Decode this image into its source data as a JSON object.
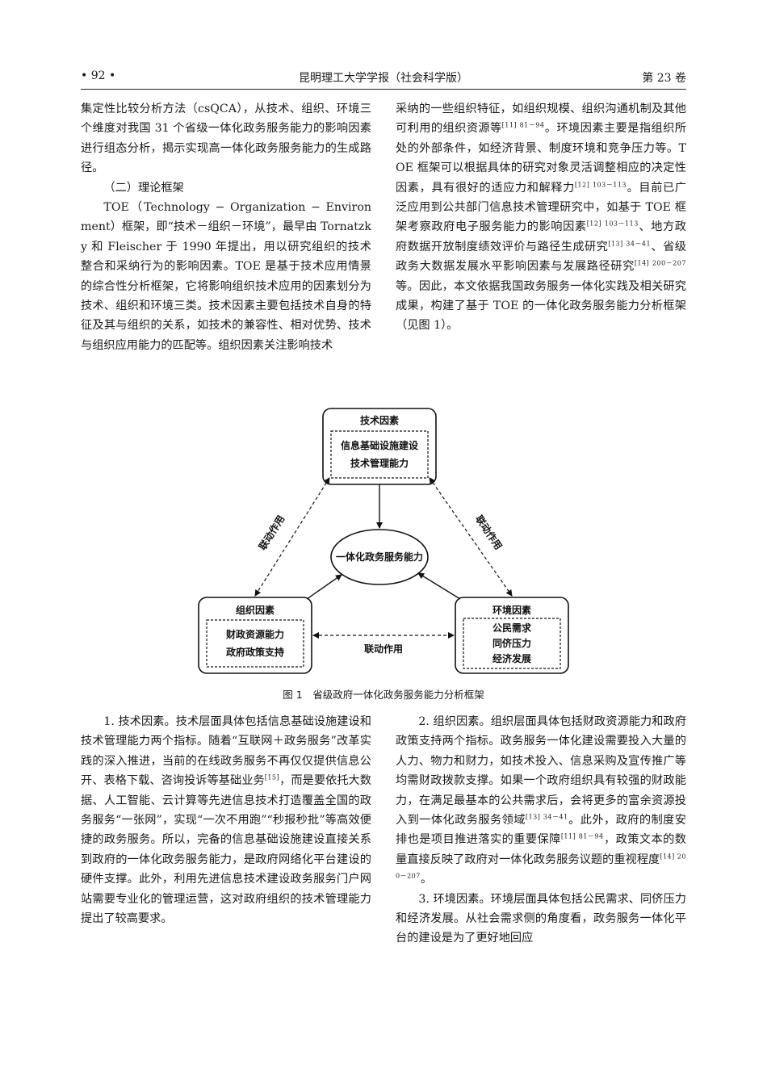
{
  "header": {
    "page_number": "• 92 •",
    "journal": "昆明理工大学学报（社会科学版）",
    "volume": "第 23 卷"
  },
  "left_top": {
    "p1": "集定性比较分析方法（csQCA），从技术、组织、环境三个维度对我国 31 个省级一体化政务服务能力的影响因素进行组态分析，揭示实现高一体化政务服务能力的生成路径。",
    "section_heading": "（二）理论框架",
    "p2": "TOE（Technology − Organization − Environment）框架，即“技术－组织－环境”，最早由 Tornatzky 和 Fleischer 于 1990 年提出，用以研究组织的技术整合和采纳行为的影响因素。TOE 是基于技术应用情景的综合性分析框架，它将影响组织技术应用的因素划分为技术、组织和环境三类。技术因素主要包括技术自身的特征及其与组织的关系，如技术的兼容性、相对优势、技术与组织应用能力的匹配等。组织因素关注影响技术"
  },
  "right_top": {
    "t1": "采纳的一些组织特征，如组织规模、组织沟通机制及其他可利用的组织资源等",
    "r1": "[11] 81－94",
    "t2": "。环境因素主要是指组织所处的外部条件，如经济背景、制度环境和竞争压力等。TOE 框架可以根据具体的研究对象灵活调整相应的决定性因素，具有很好的适应力和解释力",
    "r2": "[12] 103－113",
    "t3": "。目前已广泛应用到公共部门信息技术管理研究中，如基于 TOE 框架考察政府电子服务能力的影响因素",
    "r3": "[12] 103－113",
    "t4": "、地方政府数据开放制度绩效评价与路径生成研究",
    "r4": "[13] 34－41",
    "t5": "、省级政务大数据发展水平影响因素与发展路径研究",
    "r5": "[14] 200－207",
    "t6": "等。因此，本文依据我国政务服务一体化实践及相关研究成果，构建了基于 TOE 的一体化政务服务能力分析框架（见图 1）。"
  },
  "figure": {
    "tech_title": "技术因素",
    "tech_item1": "信息基础设施建设",
    "tech_item2": "技术管理能力",
    "center": "一体化政务服务能力",
    "org_title": "组织因素",
    "org_item1": "财政资源能力",
    "org_item2": "政府政策支持",
    "env_title": "环境因素",
    "env_item1": "公民需求",
    "env_item2": "同侪压力",
    "env_item3": "经济发展",
    "link_left": "联动作用",
    "link_right": "联动作用",
    "link_bottom": "联动作用",
    "caption": "图 1　省级政府一体化政务服务能力分析框架"
  },
  "left_bottom": {
    "t1": "1. 技术因素。技术层面具体包括信息基础设施建设和技术管理能力两个指标。随着“互联网＋政务服务”改革实践的深入推进，当前的在线政务服务不再仅仅提供信息公开、表格下载、咨询投诉等基础业务",
    "r1": "[15]",
    "t2": "，而是要依托大数据、人工智能、云计算等先进信息技术打造覆盖全国的政务服务“一张网”，实现“一次不用跑”“秒报秒批”等高效便捷的政务服务。所以，完备的信息基础设施建设直接关系到政府的一体化政务服务能力，是政府网络化平台建设的硬件支撑。此外，利用先进信息技术建设政务服务门户网站需要专业化的管理运营，这对政府组织的技术管理能力提出了较高要求。"
  },
  "right_bottom": {
    "t1": "2. 组织因素。组织层面具体包括财政资源能力和政府政策支持两个指标。政务服务一体化建设需要投入大量的人力、物力和财力，如技术投入、信息采购及宣传推广等均需财政拨款支撑。如果一个政府组织具有较强的财政能力，在满足最基本的公共需求后，会将更多的富余资源投入到一体化政务服务领域",
    "r1": "[13] 34－41",
    "t2": "。此外，政府的制度安排也是项目推进落实的重要保障",
    "r2": "[11] 81－94",
    "t3": "，政策文本的数量直接反映了政府对一体化政务服务议题的重视程度",
    "r3": "[14] 200－207",
    "t4": "。",
    "p2": "3. 环境因素。环境层面具体包括公民需求、同侪压力和经济发展。从社会需求侧的角度看，政务服务一体化平台的建设是为了更好地回应"
  }
}
